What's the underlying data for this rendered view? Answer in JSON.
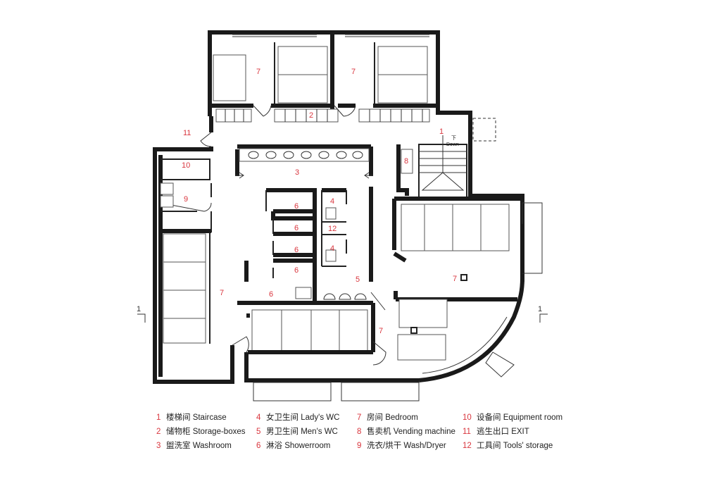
{
  "plan": {
    "room_labels": {
      "staircase": "1",
      "storage": "2",
      "washroom": "3",
      "ladys_wc_a": "4",
      "ladys_wc_b": "4",
      "mens_wc": "5",
      "shower_a": "6",
      "shower_b": "6",
      "shower_c": "6",
      "shower_d": "6",
      "shower_e": "6",
      "bedroom_a": "7",
      "bedroom_b": "7",
      "bedroom_c": "7",
      "bedroom_d": "7",
      "bedroom_e": "7",
      "vending": "8",
      "wash_dryer": "9",
      "equipment": "10",
      "exit": "11",
      "tools": "12"
    },
    "stair_text_cn": "下",
    "stair_text_en": "Down",
    "section_left": "1",
    "section_right": "1"
  },
  "legend": [
    {
      "num": "1",
      "text": "楼梯间  Staircase"
    },
    {
      "num": "2",
      "text": "储物柜  Storage-boxes"
    },
    {
      "num": "3",
      "text": "盥洗室  Washroom"
    },
    {
      "num": "4",
      "text": "女卫生间  Lady's WC"
    },
    {
      "num": "5",
      "text": "男卫生间  Men's WC"
    },
    {
      "num": "6",
      "text": "淋浴  Showerroom"
    },
    {
      "num": "7",
      "text": "房间  Bedroom"
    },
    {
      "num": "8",
      "text": "售卖机  Vending machine"
    },
    {
      "num": "9",
      "text": "洗衣/烘干  Wash/Dryer"
    },
    {
      "num": "10",
      "text": "设备间  Equipment room"
    },
    {
      "num": "11",
      "text": "逃生出口  EXIT"
    },
    {
      "num": "12",
      "text": "工具间  Tools' storage"
    }
  ]
}
